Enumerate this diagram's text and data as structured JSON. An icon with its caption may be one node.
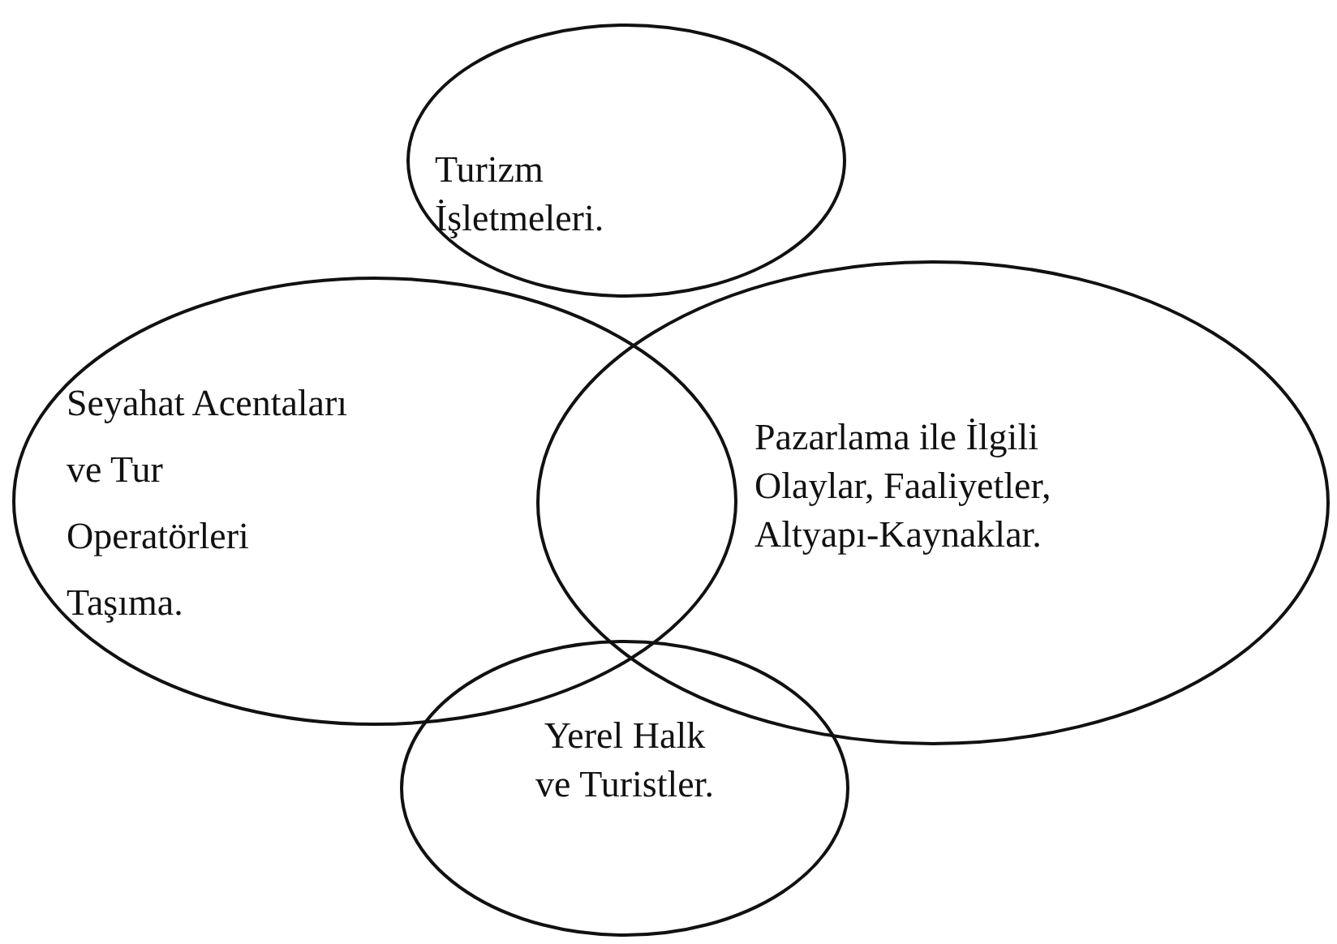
{
  "diagram": {
    "nodes": [
      {
        "text": [
          "Turizm İşletmeleri."
        ]
      },
      {
        "text": [
          "Seyahat Acentaları ve Tur Operatörleri Taşıma."
        ]
      },
      {
        "text": [
          "Pazarlama ile İlgili Olaylar, Faaliyetler, Altyapı-Kaynaklar."
        ]
      },
      {
        "text": [
          "Yerel Halk ve Turistler."
        ]
      }
    ]
  }
}
